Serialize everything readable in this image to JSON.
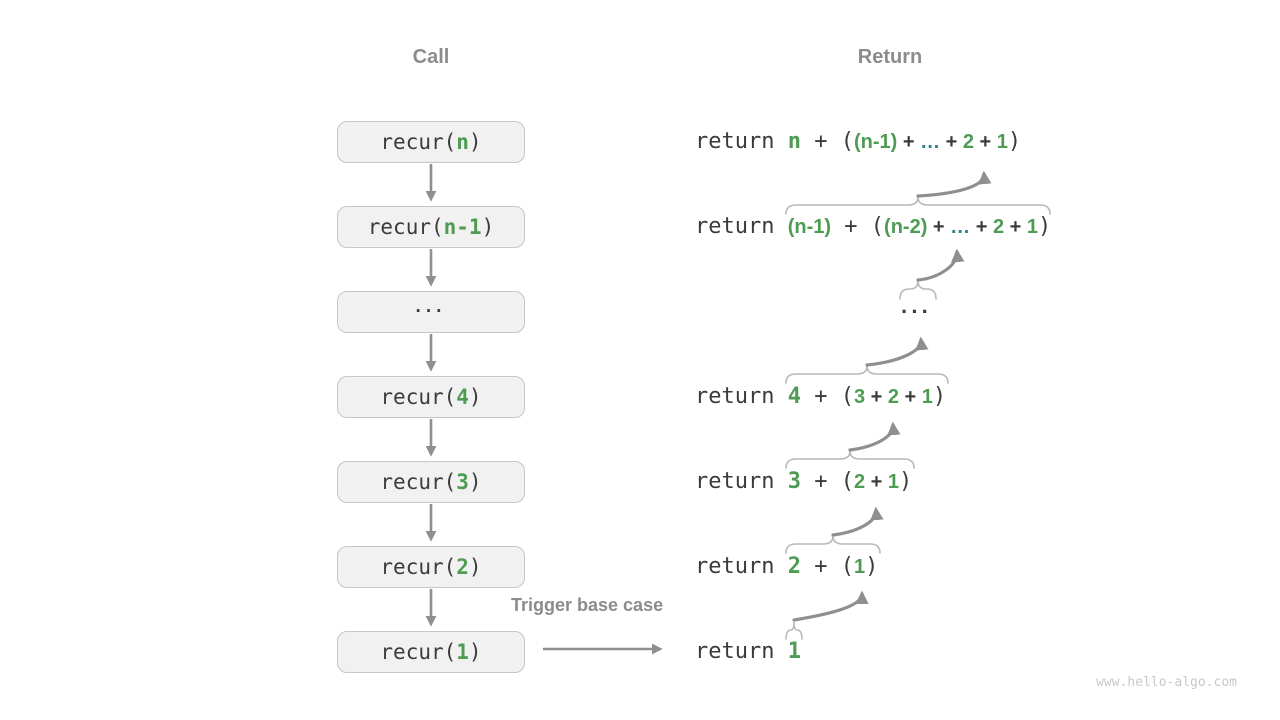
{
  "page": {
    "watermark": "www.hello-algo.com"
  },
  "headers": {
    "call": "Call",
    "return": "Return"
  },
  "trigger_label": "Trigger base case",
  "colors": {
    "green": "#4e9b53",
    "teal": "#2e7f8a",
    "dark_text": "#3b3b3b",
    "gray_label": "#8c8c8c",
    "arrow_gray": "#8f8f8f",
    "brace_gray": "#b9b9b9",
    "box_fill": "#f1f1f1",
    "box_border": "#c6c6c6",
    "watermark_gray": "#c8c8c8"
  },
  "call_stack": [
    {
      "segments": [
        {
          "t": "recur(",
          "s": "code"
        },
        {
          "t": "n",
          "s": "codeg"
        },
        {
          "t": ")",
          "s": "code"
        }
      ]
    },
    {
      "segments": [
        {
          "t": "recur(",
          "s": "code"
        },
        {
          "t": "n-1",
          "s": "codeg"
        },
        {
          "t": ")",
          "s": "code"
        }
      ]
    },
    {
      "segments": [
        {
          "t": "···",
          "s": "boxdots"
        }
      ]
    },
    {
      "segments": [
        {
          "t": "recur(",
          "s": "code"
        },
        {
          "t": "4",
          "s": "codeg"
        },
        {
          "t": ")",
          "s": "code"
        }
      ]
    },
    {
      "segments": [
        {
          "t": "recur(",
          "s": "code"
        },
        {
          "t": "3",
          "s": "codeg"
        },
        {
          "t": ")",
          "s": "code"
        }
      ]
    },
    {
      "segments": [
        {
          "t": "recur(",
          "s": "code"
        },
        {
          "t": "2",
          "s": "codeg"
        },
        {
          "t": ")",
          "s": "code"
        }
      ]
    },
    {
      "segments": [
        {
          "t": "recur(",
          "s": "code"
        },
        {
          "t": "1",
          "s": "codeg"
        },
        {
          "t": ")",
          "s": "code"
        }
      ]
    }
  ],
  "returns": [
    {
      "segments": [
        {
          "t": "return ",
          "s": "code"
        },
        {
          "t": "n",
          "s": "codeg"
        },
        {
          "t": " + (",
          "s": "code"
        },
        {
          "t": "(n-1)",
          "s": "sumg"
        },
        {
          "t": " + ",
          "s": "sum"
        },
        {
          "t": "…",
          "s": "dots"
        },
        {
          "t": " + ",
          "s": "sum"
        },
        {
          "t": "2",
          "s": "sumg"
        },
        {
          "t": " + ",
          "s": "sum"
        },
        {
          "t": "1",
          "s": "sumg"
        },
        {
          "t": ")",
          "s": "code"
        }
      ]
    },
    {
      "segments": [
        {
          "t": "return ",
          "s": "code"
        },
        {
          "t": "(n-1)",
          "s": "sumg"
        },
        {
          "t": " + (",
          "s": "code"
        },
        {
          "t": "(n-2)",
          "s": "sumg"
        },
        {
          "t": " + ",
          "s": "sum"
        },
        {
          "t": "…",
          "s": "dots"
        },
        {
          "t": " + ",
          "s": "sum"
        },
        {
          "t": "2",
          "s": "sumg"
        },
        {
          "t": " + ",
          "s": "sum"
        },
        {
          "t": "1",
          "s": "sumg"
        },
        {
          "t": ")",
          "s": "code"
        }
      ]
    },
    {
      "segments": [
        {
          "t": "···",
          "s": "middots"
        }
      ]
    },
    {
      "segments": [
        {
          "t": "return ",
          "s": "code"
        },
        {
          "t": "4",
          "s": "codeg"
        },
        {
          "t": " + (",
          "s": "code"
        },
        {
          "t": "3",
          "s": "sumg"
        },
        {
          "t": " + ",
          "s": "sum"
        },
        {
          "t": "2",
          "s": "sumg"
        },
        {
          "t": " + ",
          "s": "sum"
        },
        {
          "t": "1",
          "s": "sumg"
        },
        {
          "t": ")",
          "s": "code"
        }
      ]
    },
    {
      "segments": [
        {
          "t": "return ",
          "s": "code"
        },
        {
          "t": "3",
          "s": "codeg"
        },
        {
          "t": " + (",
          "s": "code"
        },
        {
          "t": "2",
          "s": "sumg"
        },
        {
          "t": " + ",
          "s": "sum"
        },
        {
          "t": "1",
          "s": "sumg"
        },
        {
          "t": ")",
          "s": "code"
        }
      ]
    },
    {
      "segments": [
        {
          "t": "return ",
          "s": "code"
        },
        {
          "t": "2",
          "s": "codeg"
        },
        {
          "t": " + (",
          "s": "code"
        },
        {
          "t": "1",
          "s": "sumg"
        },
        {
          "t": ")",
          "s": "code"
        }
      ]
    },
    {
      "segments": [
        {
          "t": "return ",
          "s": "code"
        },
        {
          "t": "1",
          "s": "codeg"
        }
      ]
    }
  ]
}
